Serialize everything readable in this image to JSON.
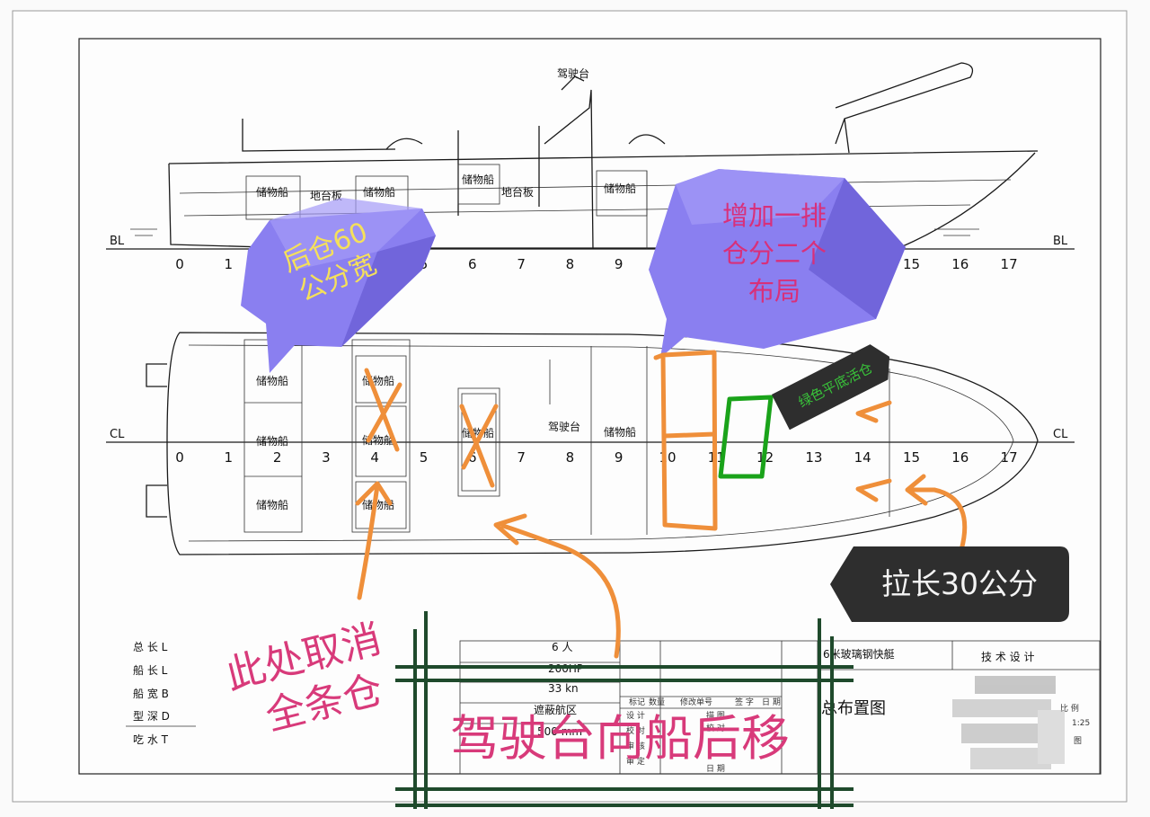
{
  "drawing": {
    "station_numbers": [
      "0",
      "1",
      "2",
      "3",
      "4",
      "5",
      "6",
      "7",
      "8",
      "9",
      "10",
      "11",
      "12",
      "13",
      "14",
      "15",
      "16",
      "17"
    ],
    "profile": {
      "left_label": "BL",
      "right_label": "BL",
      "helm_label": "驾驶台",
      "compartments": [
        "储物船",
        "地台板",
        "储物船",
        "储物船",
        "地台板",
        "储物船"
      ]
    },
    "plan": {
      "left_label": "CL",
      "right_label": "CL",
      "compartments": [
        "储物船",
        "储物船",
        "储物船",
        "储物船",
        "储物船",
        "储物船",
        "储物船",
        "驾驶台",
        "储物船"
      ]
    }
  },
  "title_block": {
    "particulars": [
      "总 长 L",
      "船 长 L",
      "船 宽 B",
      "型 深 D",
      "吃 水 T"
    ],
    "values": [
      "6 人",
      "200HP",
      "33 kn",
      "遮蔽航区",
      "500 mm"
    ],
    "revision_headers": [
      "标记",
      "数量",
      "修改单号",
      "签 字",
      "日 期"
    ],
    "signature_rows": [
      "设 计",
      "校 对",
      "审 核",
      "审 定"
    ],
    "signature_extras": [
      "描 图",
      "校 对",
      "日 期"
    ],
    "project_name": "6米玻璃钢快艇",
    "stage": "技 术 设 计",
    "drawing_name": "总布置图",
    "scale_label": "比 例",
    "scale_value": "1:25",
    "sheet_label": "图"
  },
  "annotations": {
    "rear_bubble": "后仓60\n公分宽",
    "front_bubble": "增加一排\n仓分二个\n布局",
    "green_tag": "绿色平底活仓",
    "stretch_tag": "拉长30公分",
    "cancel_note": "此处取消\n全条仓",
    "move_note": "驾驶台向船后移"
  },
  "colors": {
    "bubble": "#8a7ff0",
    "bubble_dark": "#6a5fd6",
    "bubble_text_yellow": "#f5e05a",
    "bubble_text_pink": "#d8307a",
    "annotation_orange": "#ef8f3a",
    "annotation_green": "#1aa31a",
    "note_pink": "#d83a7a",
    "tag_dark": "#2e2e2e"
  }
}
